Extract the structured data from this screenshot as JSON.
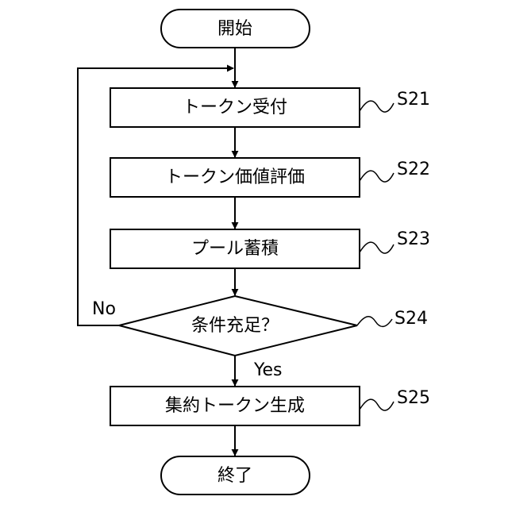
{
  "flowchart": {
    "start": {
      "label": "開始"
    },
    "process_steps": [
      {
        "label": "トークン受付",
        "step_id": "S21"
      },
      {
        "label": "トークン価値評価",
        "step_id": "S22"
      },
      {
        "label": "プール蓄積",
        "step_id": "S23"
      }
    ],
    "decision": {
      "label": "条件充足？",
      "step_id": "S24",
      "no_label": "No",
      "yes_label": "Yes"
    },
    "final_step": {
      "label": "集約トークン生成",
      "step_id": "S25"
    },
    "end": {
      "label": "終了"
    }
  }
}
